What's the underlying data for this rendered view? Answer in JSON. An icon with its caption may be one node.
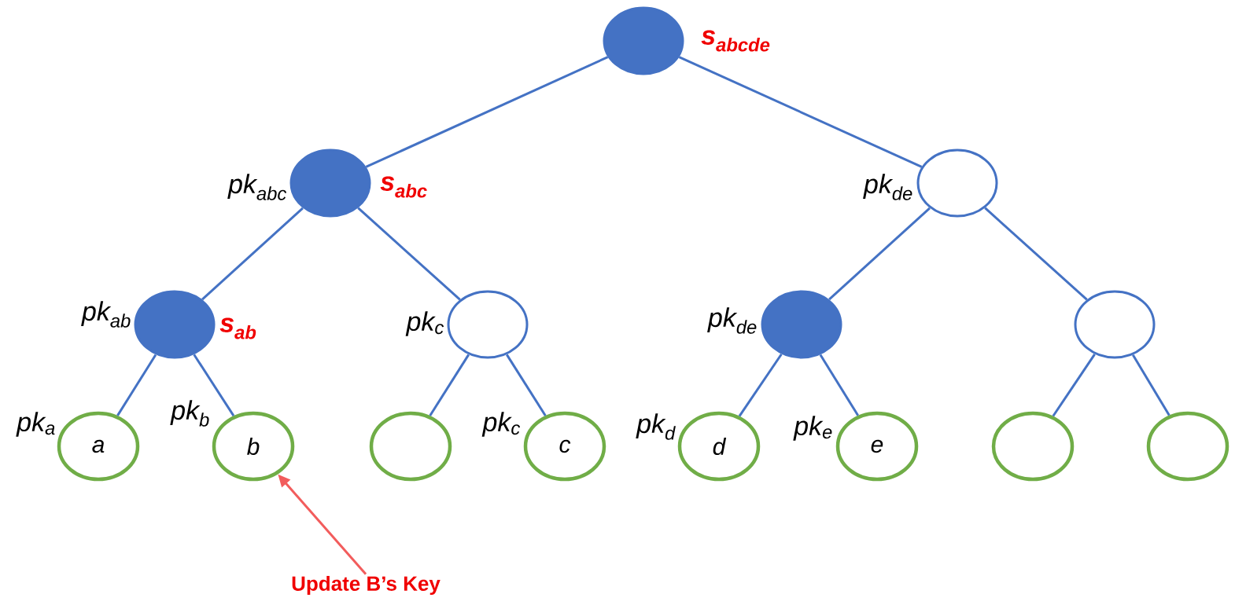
{
  "diagram": {
    "nodes": [
      {
        "text": [],
        "shape": "circle",
        "beside": [
          "s$_{abcde}$"
        ]
      },
      {
        "text": [],
        "shape": "circle",
        "beside": [
          "pk$_{abc}$",
          "s$_{abc}$"
        ]
      },
      {
        "text": [],
        "shape": "circle",
        "beside": [
          "pk$_{de}$"
        ]
      },
      {
        "text": [],
        "shape": "circle",
        "beside": [
          "pk$_{ab}$",
          "s$_{ab}$"
        ]
      },
      {
        "text": [],
        "shape": "circle",
        "beside": [
          "pk$_{c}$"
        ]
      },
      {
        "text": [],
        "shape": "circle",
        "beside": [
          "pk$_{de}$"
        ]
      },
      {
        "text": [],
        "shape": "circle"
      },
      {
        "text": [
          "a"
        ],
        "beside": [
          "pk$_{a}$"
        ]
      },
      {
        "text": [
          "b"
        ],
        "beside": [
          "pk$_{b}$"
        ]
      },
      {
        "text": [],
        "shape": "circle"
      },
      {
        "text": [
          "c"
        ],
        "beside": [
          "pk$_{c}$"
        ]
      },
      {
        "text": [
          "d"
        ],
        "beside": [
          "pk$_{d}$"
        ]
      },
      {
        "text": [
          "e"
        ],
        "beside": [
          "pk$_{e}$"
        ]
      },
      {
        "text": [],
        "shape": "circle"
      },
      {
        "text": [],
        "shape": "circle"
      },
      {
        "text": [
          "Update B’s Key"
        ]
      }
    ],
    "edges": [
      {
        "from": 0,
        "to": 1,
        "arrow": "none"
      },
      {
        "from": 0,
        "to": 2,
        "arrow": "none"
      },
      {
        "from": 1,
        "to": 3,
        "arrow": "none"
      },
      {
        "from": 1,
        "to": 4,
        "arrow": "none"
      },
      {
        "from": 2,
        "to": 5,
        "arrow": "none"
      },
      {
        "from": 2,
        "to": 6,
        "arrow": "none"
      },
      {
        "from": 3,
        "to": 7,
        "arrow": "none"
      },
      {
        "from": 3,
        "to": 8,
        "arrow": "none"
      },
      {
        "from": 4,
        "to": 9,
        "arrow": "none"
      },
      {
        "from": 4,
        "to": 10,
        "arrow": "none"
      },
      {
        "from": 5,
        "to": 11,
        "arrow": "none"
      },
      {
        "from": 5,
        "to": 12,
        "arrow": "none"
      },
      {
        "from": 6,
        "to": 13,
        "arrow": "none"
      },
      {
        "from": 6,
        "to": 14,
        "arrow": "none"
      },
      {
        "from": 15,
        "to": 8,
        "arrow": "to",
        "color": "#f25c5c"
      }
    ]
  }
}
